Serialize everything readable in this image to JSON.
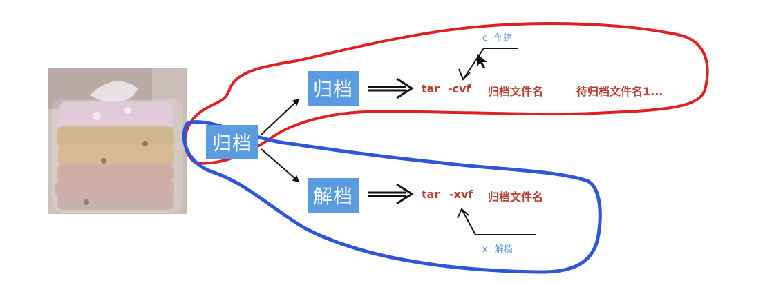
{
  "diagram": {
    "root_label": "归档",
    "archive": {
      "label": "归档",
      "cmd_tar": "tar",
      "cmd_option": "-cvf",
      "cmd_arg1": "归档文件名",
      "cmd_arg2": "待归档文件名1...",
      "note_letter": "c",
      "note_text": "创建"
    },
    "extract": {
      "label": "解档",
      "cmd_tar": "tar",
      "cmd_option": "-xvf",
      "cmd_arg1": "归档文件名",
      "note_letter": "x",
      "note_text": "解档"
    }
  },
  "colors": {
    "box_fill": "#5b9be0",
    "command_text": "#b64032",
    "note_text": "#5b8fd8",
    "red_annotation": "#e02020",
    "blue_annotation": "#2f56d6",
    "arrow": "#111111"
  }
}
